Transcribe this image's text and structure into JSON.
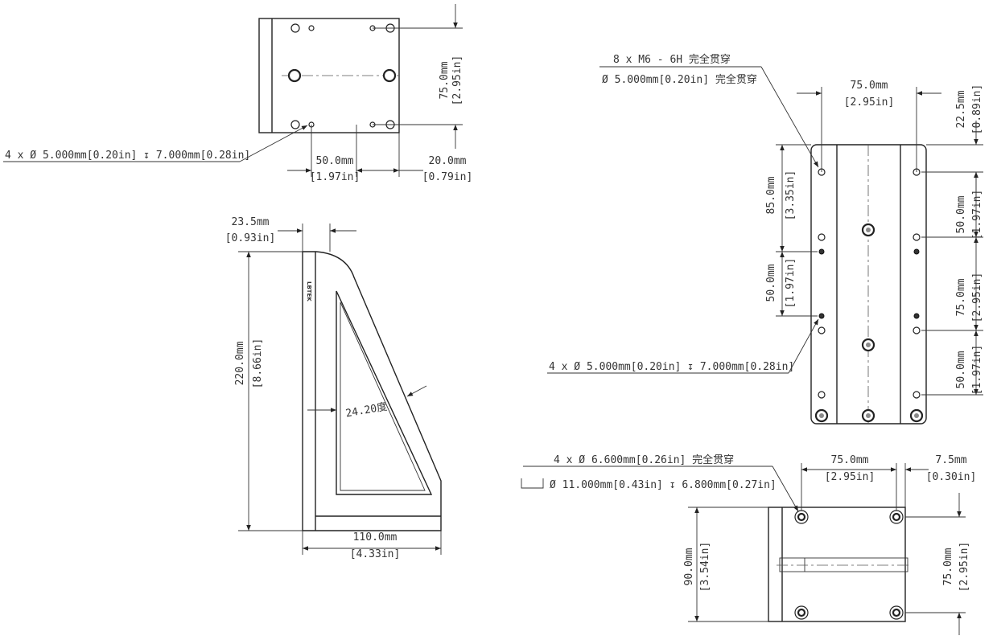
{
  "top_view": {
    "height_dim": "75.0mm",
    "height_dim_in": "[2.95in]",
    "span_dim": "50.0mm",
    "span_dim_in": "[1.97in]",
    "edge_dim": "20.0mm",
    "edge_dim_in": "[0.79in]",
    "hole_callout": "4 x Ø 5.000mm[0.20in] ↧ 7.000mm[0.28in]"
  },
  "side_view": {
    "top_width_dim": "23.5mm",
    "top_width_dim_in": "[0.93in]",
    "height_dim": "220.0mm",
    "height_dim_in": "[8.66in]",
    "base_dim": "110.0mm",
    "base_dim_in": "[4.33in]",
    "angle_dim": "24.20度",
    "brand_text": "LBTEK"
  },
  "front_view": {
    "tapped_callout_1": "8 x  M6 - 6H 完全贯穿",
    "tapped_callout_2": "Ø 5.000mm[0.20in] 完全贯穿",
    "width_dim": "75.0mm",
    "width_dim_in": "[2.95in]",
    "top_offset_dim": "22.5mm",
    "top_offset_dim_in": "[0.89in]",
    "left_dim_1": "85.0mm",
    "left_dim_1_in": "[3.35in]",
    "left_dim_2": "50.0mm",
    "left_dim_2_in": "[1.97in]",
    "right_dim_1": "50.0mm",
    "right_dim_1_in": "[1.97in]",
    "right_dim_2": "75.0mm",
    "right_dim_2_in": "[2.95in]",
    "right_dim_3": "50.0mm",
    "right_dim_3_in": "[1.97in]",
    "hole_callout": "4 x Ø 5.000mm[0.20in] ↧ 7.000mm[0.28in]"
  },
  "bottom_view": {
    "thru_callout": "4 x Ø 6.600mm[0.26in] 完全贯穿",
    "cbore_callout": "Ø 11.000mm[0.43in] ↧ 6.800mm[0.27in]",
    "width_dim": "75.0mm",
    "width_dim_in": "[2.95in]",
    "edge_dim": "7.5mm",
    "edge_dim_in": "[0.30in]",
    "depth_dim": "90.0mm",
    "depth_dim_in": "[3.54in]",
    "hole_span_dim": "75.0mm",
    "hole_span_dim_in": "[2.95in]"
  }
}
